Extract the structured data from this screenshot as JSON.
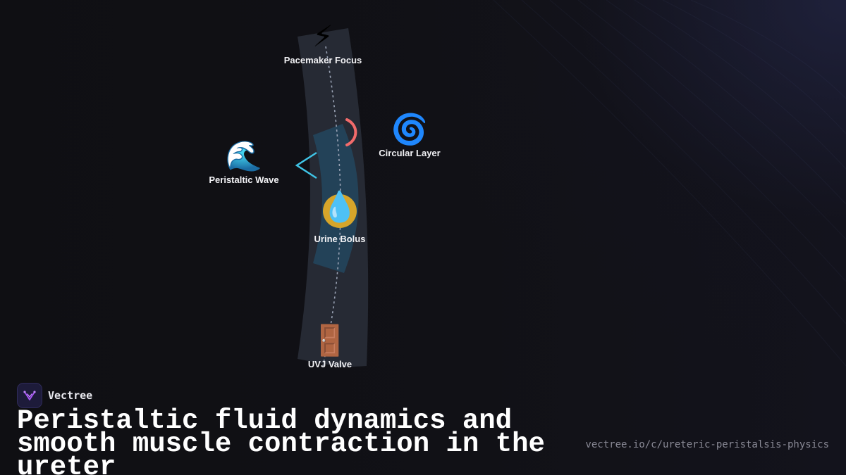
{
  "brand": {
    "name": "Vectree"
  },
  "title": "Peristaltic fluid dynamics and smooth muscle contraction in the ureter",
  "url": "vectree.io/c/ureteric-peristalsis-physics",
  "nodes": {
    "pacemaker": {
      "label": "Pacemaker Focus",
      "icon": "⚡",
      "icon_name": "lightning-icon"
    },
    "circular": {
      "label": "Circular Layer",
      "icon": "🌀",
      "icon_name": "cyclone-icon"
    },
    "wave": {
      "label": "Peristaltic Wave",
      "icon": "🌊",
      "icon_name": "wave-icon"
    },
    "bolus": {
      "label": "Urine Bolus",
      "icon": "💧",
      "icon_name": "droplet-icon"
    },
    "valve": {
      "label": "UVJ Valve",
      "icon": "🚪",
      "icon_name": "door-icon"
    }
  },
  "colors": {
    "background": "#0f0f13",
    "ureter": "#2a2f3a",
    "contraction_zone": "#23455c",
    "wave_chevron": "#3fc4e6",
    "circular_arc": "#f26b6b",
    "bolus_ring": "#d6a52a",
    "path_dash": "#9aa3b5",
    "label": "#f2f2f5",
    "url": "#8a8a96"
  }
}
